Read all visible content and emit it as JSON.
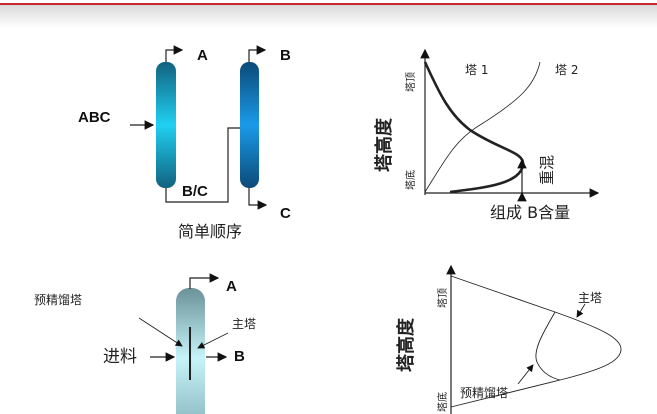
{
  "simple_sequence": {
    "caption": "简单顺序",
    "feed": "ABC",
    "top1": "A",
    "top2": "B",
    "bottoms1": "B/C",
    "bottom2": "C"
  },
  "profile_chart": {
    "ylabel": "塔高度",
    "xlabel": "组成 B含量",
    "top_tick": "塔顶",
    "bottom_tick": "塔底",
    "series1": "塔 1",
    "series2": "塔 2",
    "annotation": "重混"
  },
  "prefractionator": {
    "feed": "进料",
    "top": "A",
    "side": "B",
    "prefrac_label": "预精馏塔",
    "main_label": "主塔"
  },
  "profile_chart2": {
    "ylabel": "塔高度",
    "top_tick": "塔顶",
    "bottom_tick": "塔底",
    "main_label": "主塔",
    "prefrac_label": "预精馏塔"
  },
  "colors": {
    "header_line": "#c8282d",
    "column_gradient": [
      "#0f5f80",
      "#1ec8ef"
    ],
    "prefrac_column": [
      "#6f9aa0",
      "#c8f2f6"
    ]
  }
}
